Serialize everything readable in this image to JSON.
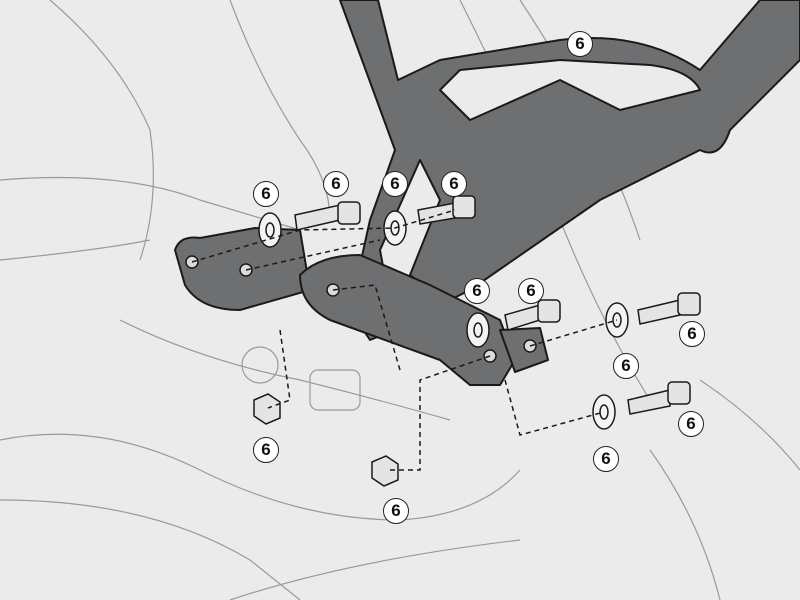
{
  "colors": {
    "background": "#ebebeb",
    "bracket": "#6e6f71",
    "outline": "#1a1a1a",
    "engine_lines": "#9a9a9a"
  },
  "callouts": [
    {
      "label": "6"
    },
    {
      "label": "6"
    },
    {
      "label": "6"
    },
    {
      "label": "6"
    },
    {
      "label": "6"
    },
    {
      "label": "6"
    },
    {
      "label": "6"
    },
    {
      "label": "6"
    },
    {
      "label": "6"
    },
    {
      "label": "6"
    },
    {
      "label": "6"
    },
    {
      "label": "6"
    },
    {
      "label": "6"
    }
  ]
}
